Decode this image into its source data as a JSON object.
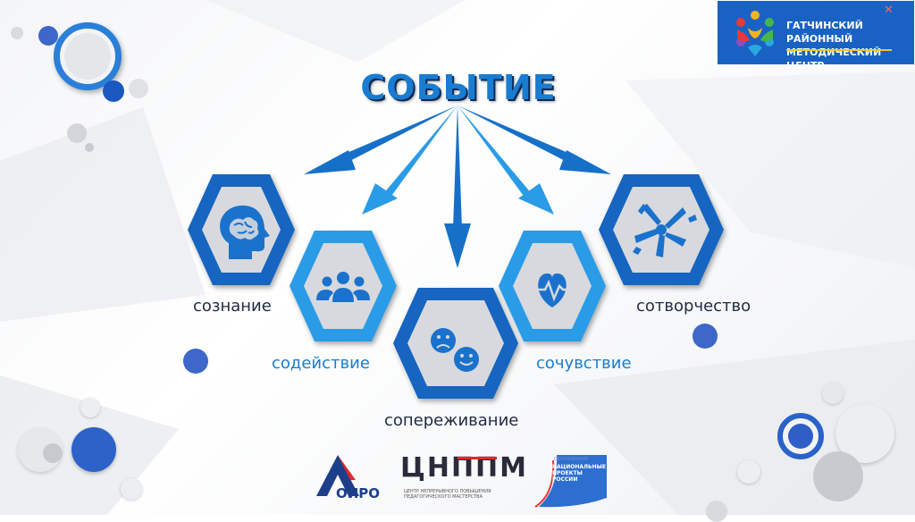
{
  "title": "СОБЫТИЕ",
  "concepts": [
    {
      "label": "сознание",
      "icon": "brain-head-icon"
    },
    {
      "label": "содействие",
      "icon": "group-people-icon"
    },
    {
      "label": "сопереживание",
      "icon": "sad-happy-faces-icon"
    },
    {
      "label": "сочувствие",
      "icon": "heartbeat-icon"
    },
    {
      "label": "сотворчество",
      "icon": "joined-hands-icon"
    }
  ],
  "brand": {
    "line1": "ГАТЧИНСКИЙ РАЙОННЫЙ",
    "line2": "МЕТОДИЧЕСКИЙ ЦЕНТР",
    "logo_icon": "colorful-people-logo-icon"
  },
  "partners": {
    "oiro": "ОИРО",
    "cnppm": "ЦНППМ",
    "cnppm_sub": "ЦЕНТР НЕПРЕРЫВНОГО ПОВЫШЕНИЯ ПЕДАГОГИЧЕСКОГО МАСТЕРСТВА",
    "np_top": "ОБРАЗОВАНИЕ",
    "np_text": "НАЦИОНАЛЬНЫЕ ПРОЕКТЫ РОССИИ"
  },
  "colors": {
    "dark_blue": "#1565c0",
    "light_blue": "#2a9be6",
    "hex_inner": "#d7d9de",
    "icon": "#1a72cc",
    "brand_bg": "#1962c4"
  }
}
